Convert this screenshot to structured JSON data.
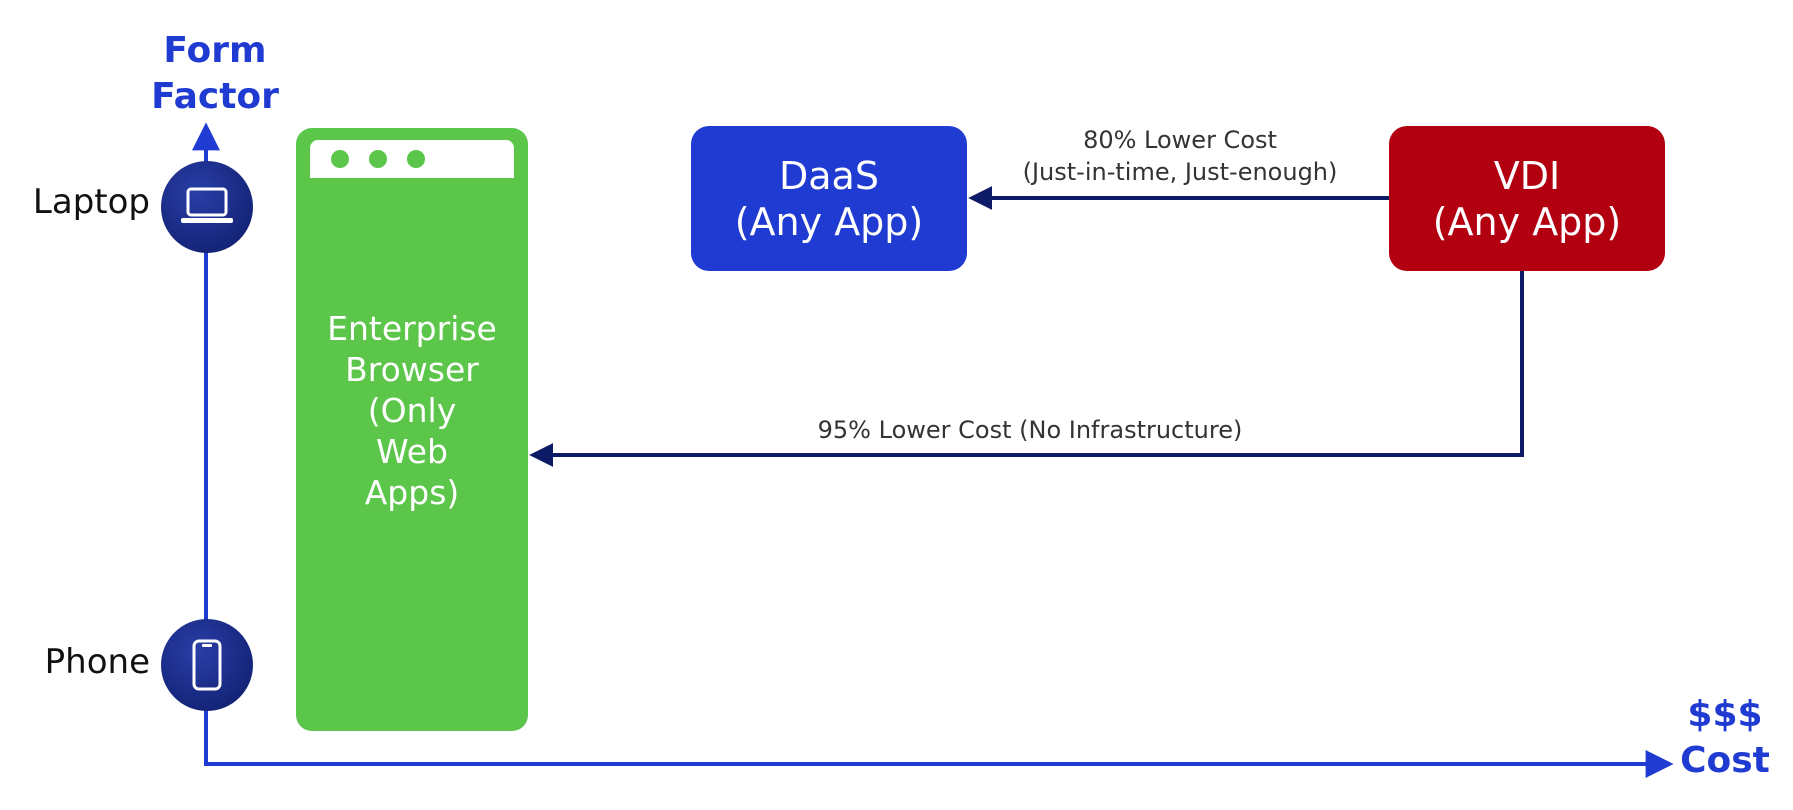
{
  "axes": {
    "y_title": "Form\nFactor",
    "x_title": "$$$\nCost"
  },
  "form_factors": [
    {
      "label": "Laptop",
      "icon": "laptop-icon"
    },
    {
      "label": "Phone",
      "icon": "phone-icon"
    }
  ],
  "browser_box": {
    "label": "Enterprise\nBrowser\n(Only\nWeb\nApps)",
    "icon": "browser-window-icon",
    "color": "#5cc64b"
  },
  "daas_box": {
    "label": "DaaS\n(Any App)",
    "color": "#1f3bd1"
  },
  "vdi_box": {
    "label": "VDI\n(Any App)",
    "color": "#b30010"
  },
  "arrows": [
    {
      "from": "VDI",
      "to": "DaaS",
      "label": "80% Lower Cost\n(Just-in-time, Just-enough)"
    },
    {
      "from": "VDI",
      "to": "Enterprise Browser",
      "label": "95% Lower Cost (No Infrastructure)"
    }
  ],
  "colors": {
    "axis": "#1f3bd1",
    "connector": "#0d1a66",
    "icon_circle": "#15257a"
  }
}
